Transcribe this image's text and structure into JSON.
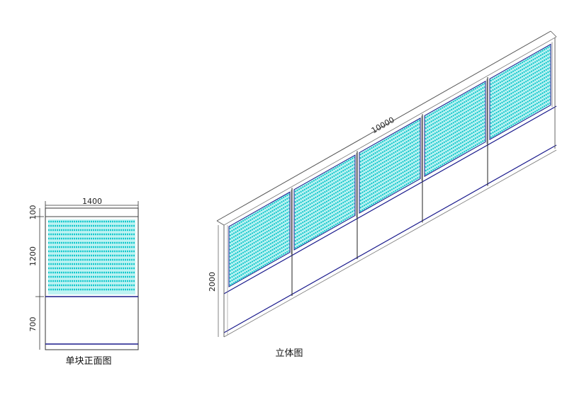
{
  "front_view": {
    "title": "单块正面图",
    "width_dim": "1400",
    "dim_top": "100",
    "dim_middle": "1200",
    "dim_bottom": "700"
  },
  "iso_view": {
    "title": "立体图",
    "length_dim": "10000",
    "height_dim": "2000"
  },
  "colors": {
    "line": "#1a1a8c",
    "panel_stripe": "#16c8cc",
    "panel_fill": "#bff3f3",
    "frame_gray": "#9a9a9a"
  }
}
